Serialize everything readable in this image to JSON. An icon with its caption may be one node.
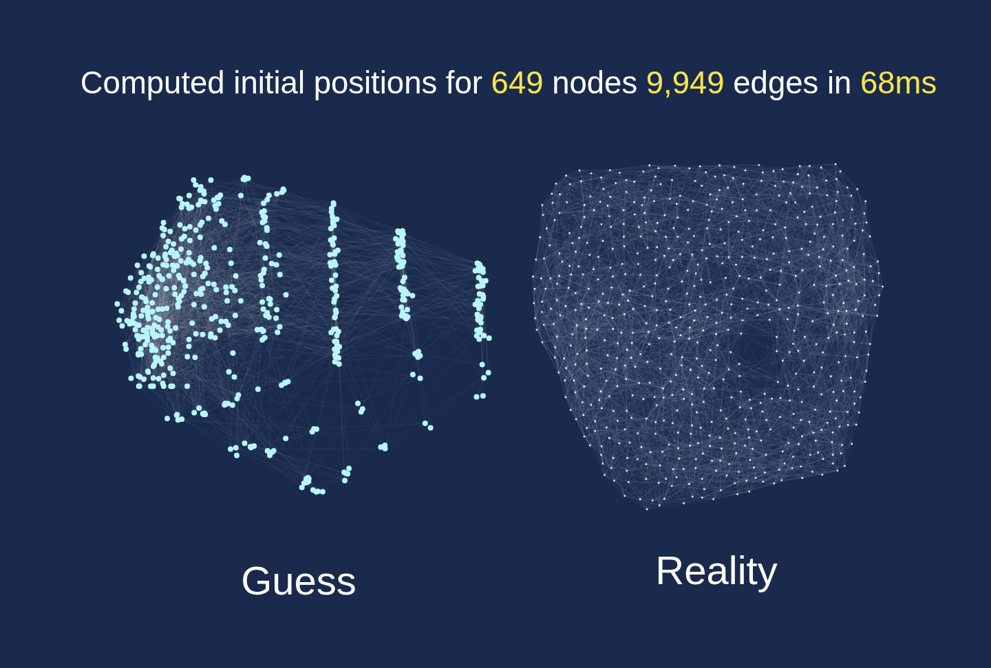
{
  "diagram": {
    "title": "Computed initial positions for **649** nodes **9,949** edges in **68ms**",
    "labels": [
      "Guess",
      "Reality"
    ]
  }
}
